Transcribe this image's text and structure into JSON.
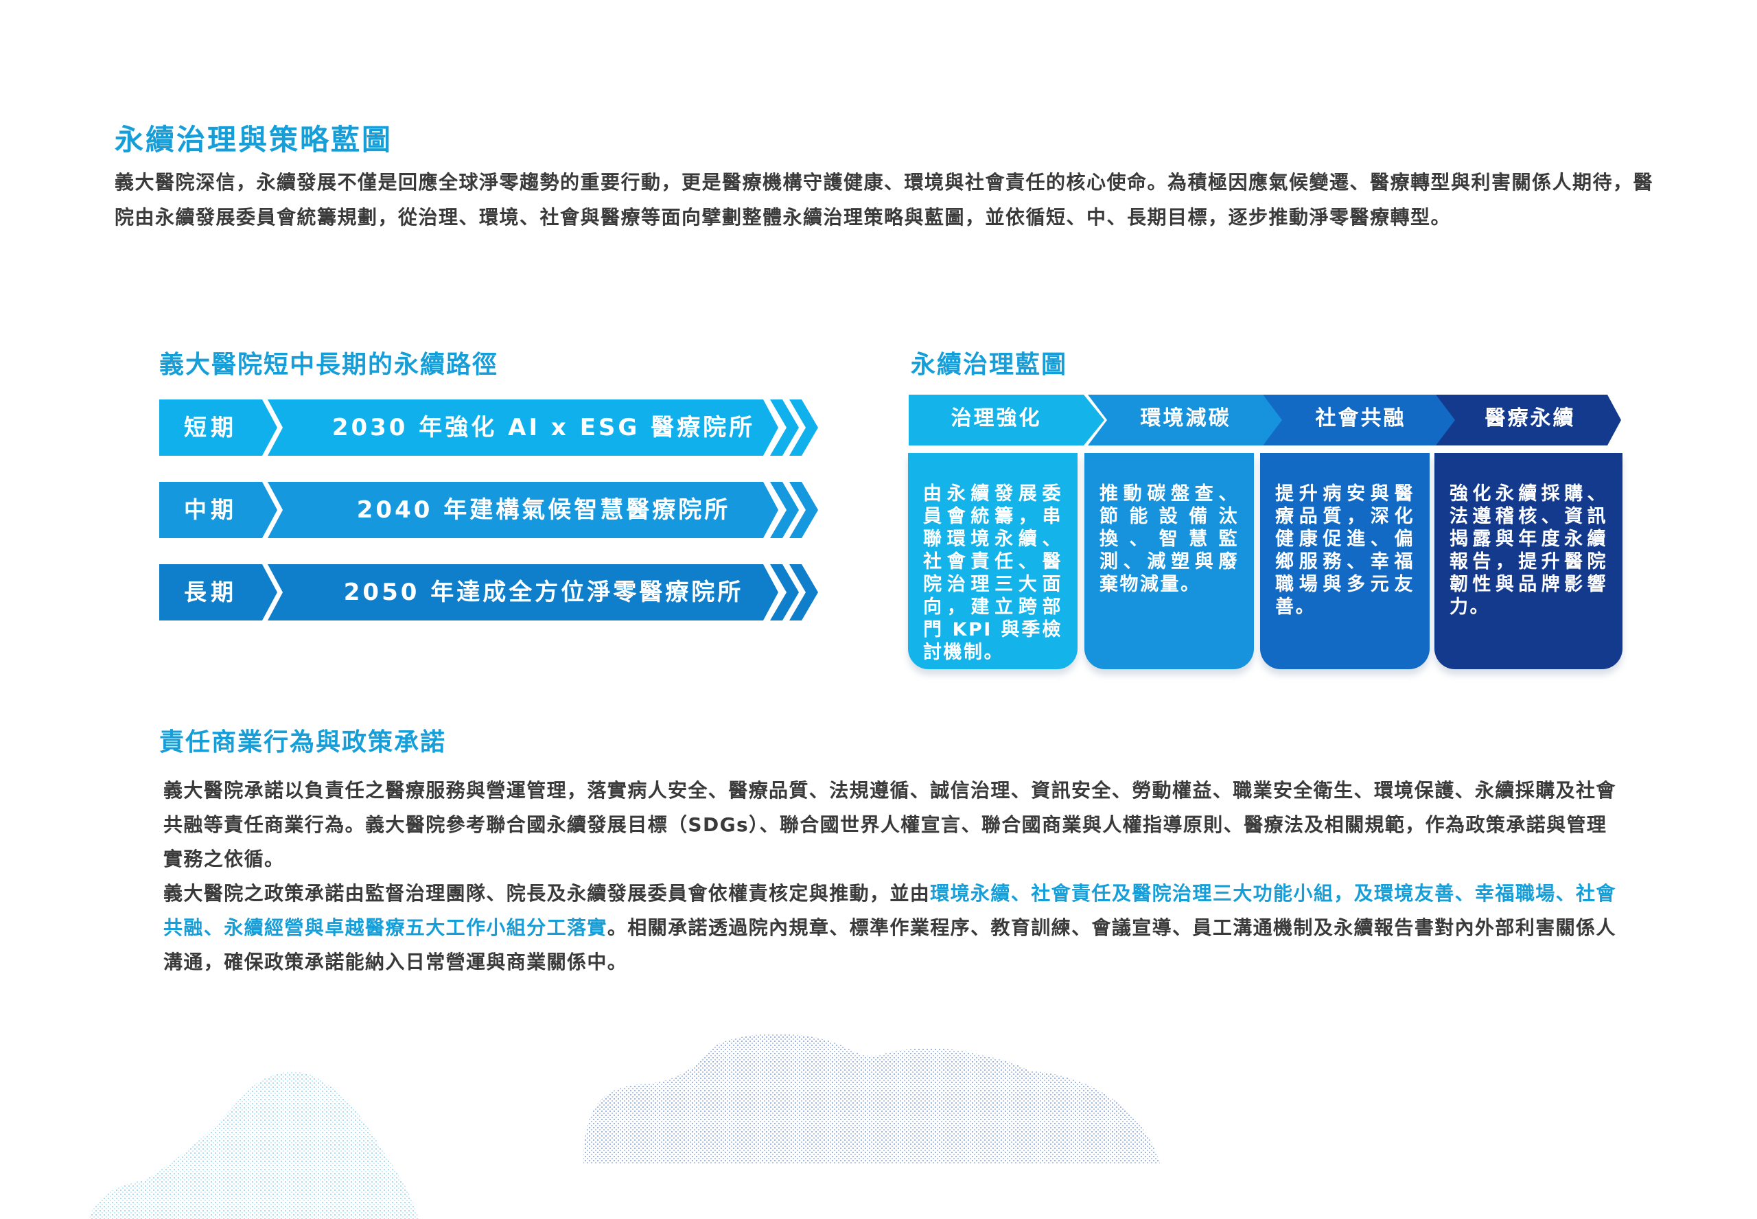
{
  "section1": {
    "title": "永續治理與策略藍圖",
    "body": "義大醫院深信，永續發展不僅是回應全球淨零趨勢的重要行動，更是醫療機構守護健康、環境與社會責任的核心使命。為積極因應氣候變遷、醫療轉型與利害關係人期待，醫院由永續發展委員會統籌規劃，從治理、環境、社會與醫療等面向擘劃整體永續治理策略與藍圖，並依循短、中、長期目標，逐步推動淨零醫療轉型。"
  },
  "path": {
    "title": "義大醫院短中長期的永續路徑",
    "rows": [
      {
        "label": "短期",
        "text": "2030 年強化 AI x ESG 醫療院所"
      },
      {
        "label": "中期",
        "text": "2040 年建構氣候智慧醫療院所"
      },
      {
        "label": "長期",
        "text": "2050 年達成全方位淨零醫療院所"
      }
    ]
  },
  "blueprint": {
    "title": "永續治理藍圖",
    "columns": [
      {
        "head": "治理強化",
        "body": "由永續發展委員會統籌，串聯環境永續、社會責任、醫院治理三大面向，建立跨部門 KPI 與季檢討機制。"
      },
      {
        "head": "環境減碳",
        "body": "推動碳盤查、節能設備汰換、智慧監測、減塑與廢棄物減量。"
      },
      {
        "head": "社會共融",
        "body": "提升病安與醫療品質，深化健康促進、偏鄉服務、幸福職場與多元友善。"
      },
      {
        "head": "醫療永續",
        "body": "強化永續採購、法遵稽核、資訊揭露與年度永續報告，提升醫院韌性與品牌影響力。"
      }
    ]
  },
  "section2": {
    "title": "責任商業行為與政策承諾",
    "p1": "義大醫院承諾以負責任之醫療服務與營運管理，落實病人安全、醫療品質、法規遵循、誠信治理、資訊安全、勞動權益、職業安全衛生、環境保護、永續採購及社會共融等責任商業行為。義大醫院參考聯合國永續發展目標（SDGs）、聯合國世界人權宣言、聯合國商業與人權指導原則、醫療法及相關規範，作為政策承諾與管理實務之依循。",
    "p2_before": "義大醫院之政策承諾由監督治理團隊、院長及永續發展委員會依權責核定與推動，並由",
    "p2_highlight": "環境永續、社會責任及醫院治理三大功能小組，及環境友善、幸福職場、社會共融、永續經營與卓越醫療五大工作小組分工落實",
    "p2_after": "。相關承諾透過院內規章、標準作業程序、教育訓練、會議宣導、員工溝通機制及永續報告書對內外部利害關係人溝通，確保政策承諾能納入日常營運與商業關係中。"
  },
  "colors": {
    "accent": "#159ed8",
    "short_arrow": "#0fb0ec",
    "mid_arrow": "#1598de",
    "long_arrow": "#0f7fcc",
    "bp1": "#14b4ea",
    "bp2": "#1792dc",
    "bp3": "#136ac5",
    "bp4": "#143a8e"
  }
}
